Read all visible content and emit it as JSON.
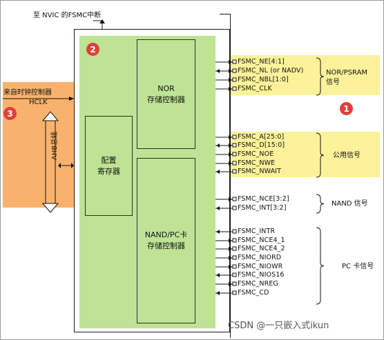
{
  "top_label": "至 NVIC 的FSMC中断",
  "left_panel": {
    "title": "来自时钟控制器",
    "clock": "HCLK",
    "bus": "AHB总线"
  },
  "blocks": {
    "nor": [
      "NOR",
      "存储控制器"
    ],
    "nand": [
      "NAND/PC卡",
      "存储控制器"
    ],
    "config": [
      "配置",
      "寄存器"
    ]
  },
  "markers": [
    "1",
    "2",
    "3"
  ],
  "signals": [
    {
      "label": "FSMC_NE[4:1]",
      "group": "nor"
    },
    {
      "label": "FSMC_NL (or NADV)",
      "group": "nor"
    },
    {
      "label": "FSMC_NBL[1:0]",
      "group": "nor"
    },
    {
      "label": "FSMC_CLK",
      "group": "nor"
    },
    {
      "label": "FSMC_A[25:0]",
      "group": "common"
    },
    {
      "label": "FSMC_D[15:0]",
      "group": "common"
    },
    {
      "label": "FSMC_NOE",
      "group": "common"
    },
    {
      "label": "FSMC_NWE",
      "group": "common"
    },
    {
      "label": "FSMC_NWAIT",
      "group": "common"
    },
    {
      "label": "FSMC_NCE[3:2]",
      "group": "nand"
    },
    {
      "label": "FSMC_INT[3:2]",
      "group": "nand"
    },
    {
      "label": "FSMC_INTR",
      "group": "pc"
    },
    {
      "label": "FSMC_NCE4_1",
      "group": "pc"
    },
    {
      "label": "FSMC_NCE4_2",
      "group": "pc"
    },
    {
      "label": "FSMC_NIORD",
      "group": "pc"
    },
    {
      "label": "FSMC_NIOWR",
      "group": "pc"
    },
    {
      "label": "FSMC_NIOS16",
      "group": "pc"
    },
    {
      "label": "FSMC_NREG",
      "group": "pc"
    },
    {
      "label": "FSMC_CD",
      "group": "pc"
    }
  ],
  "groups": {
    "nor": [
      "NOR/PSRAM",
      "信号"
    ],
    "common": "公用信号",
    "nand": "NAND 信号",
    "pc": "PC 卡信号"
  },
  "watermark": "CSDN @一只嵌入式ikun"
}
